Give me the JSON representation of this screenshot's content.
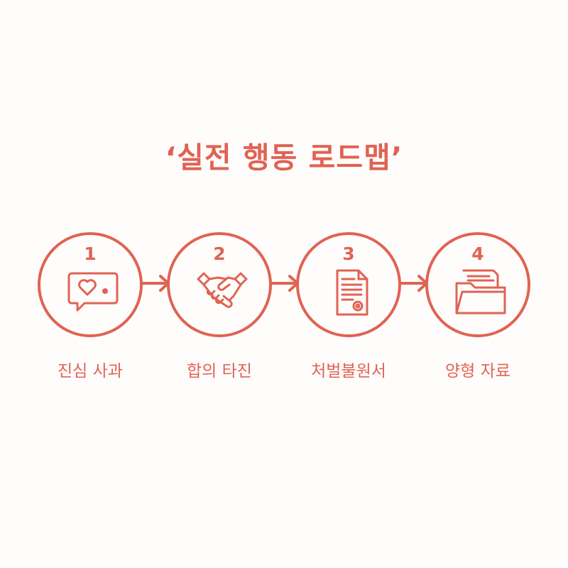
{
  "title": "‘실전 행동 로드맵’",
  "accent_color": "#e06353",
  "steps": [
    {
      "number": "1",
      "label": "진심 사과",
      "icon": "speech-bubble-heart-icon"
    },
    {
      "number": "2",
      "label": "합의 타진",
      "icon": "handshake-icon"
    },
    {
      "number": "3",
      "label": "처벌불원서",
      "icon": "certificate-document-icon"
    },
    {
      "number": "4",
      "label": "양형 자료",
      "icon": "folder-documents-icon"
    }
  ]
}
